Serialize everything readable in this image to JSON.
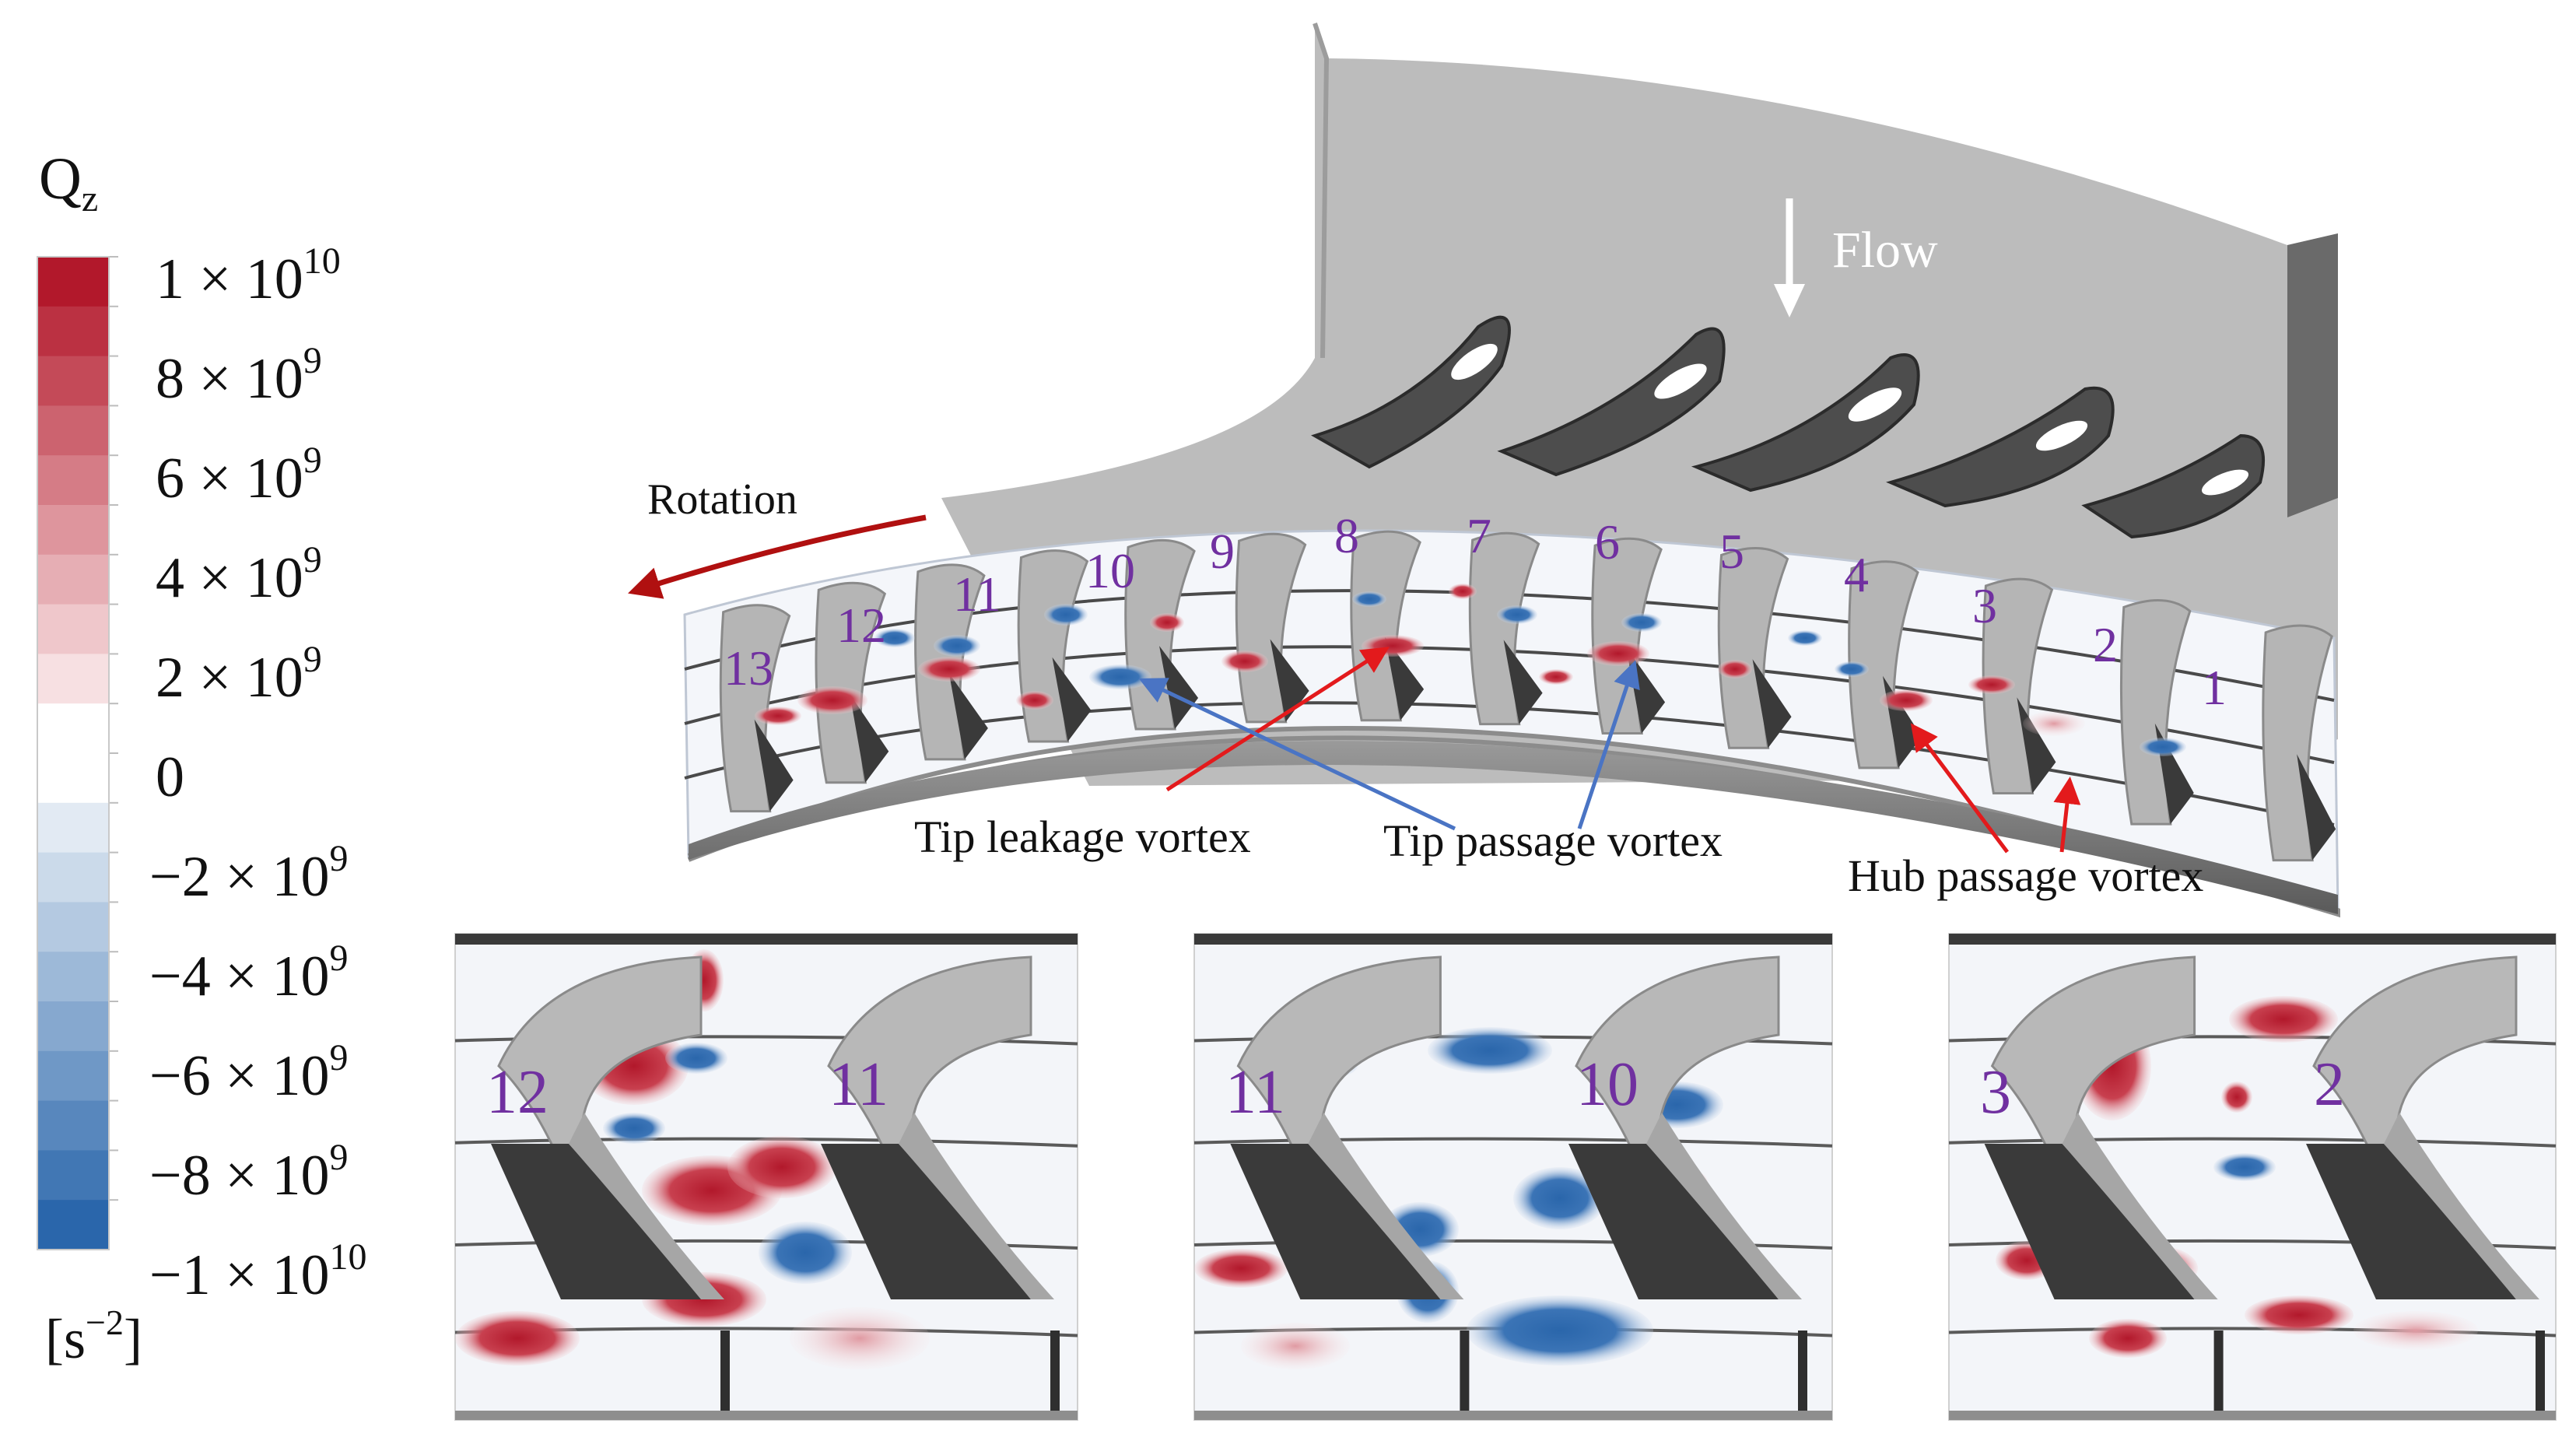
{
  "colorbar": {
    "symbol": "Q",
    "subscript": "z",
    "ticks": [
      {
        "mantissa": "1 × 10",
        "exp": "10"
      },
      {
        "mantissa": "8 × 10",
        "exp": "9"
      },
      {
        "mantissa": "6 × 10",
        "exp": "9"
      },
      {
        "mantissa": "4 × 10",
        "exp": "9"
      },
      {
        "mantissa": "2 × 10",
        "exp": "9"
      },
      {
        "mantissa": "0",
        "exp": ""
      },
      {
        "mantissa": "−2 × 10",
        "exp": "9"
      },
      {
        "mantissa": "−4 × 10",
        "exp": "9"
      },
      {
        "mantissa": "−6 × 10",
        "exp": "9"
      },
      {
        "mantissa": "−8 × 10",
        "exp": "9"
      },
      {
        "mantissa": "−1 × 10",
        "exp": "10"
      }
    ],
    "unit_open": "[s",
    "unit_exp": "−2",
    "unit_close": "]",
    "bands_positive": [
      "#b2182b",
      "#bb3142",
      "#c44a58",
      "#cc636f",
      "#d57c86",
      "#de959d",
      "#e6aeb4",
      "#efc7cb",
      "#f7e0e2"
    ],
    "bands_negative": [
      "#e2eaf3",
      "#cbdaea",
      "#b4c9e1",
      "#9db9d8",
      "#86a8cf",
      "#6f98c6",
      "#5887bd",
      "#4177b4",
      "#2a66ab"
    ],
    "neutral_color": "#ffffff"
  },
  "main_view": {
    "flow_label": "Flow",
    "rotation_label": "Rotation",
    "annotations": {
      "tip_leakage": "Tip leakage vortex",
      "tip_passage": "Tip passage vortex",
      "hub_passage": "Hub passage vortex"
    },
    "blade_numbers": [
      "13",
      "12",
      "11",
      "10",
      "9",
      "8",
      "7",
      "6",
      "5",
      "4",
      "3",
      "2",
      "1"
    ],
    "number_color": "#7030a0",
    "red_arrow_color": "#e31a1c",
    "blue_arrow_color": "#4a74c4",
    "rotation_arrow_color": "#b01010"
  },
  "detail_views": [
    {
      "left_number": "12",
      "right_number": "11"
    },
    {
      "left_number": "11",
      "right_number": "10"
    },
    {
      "left_number": "3",
      "right_number": "2"
    }
  ]
}
